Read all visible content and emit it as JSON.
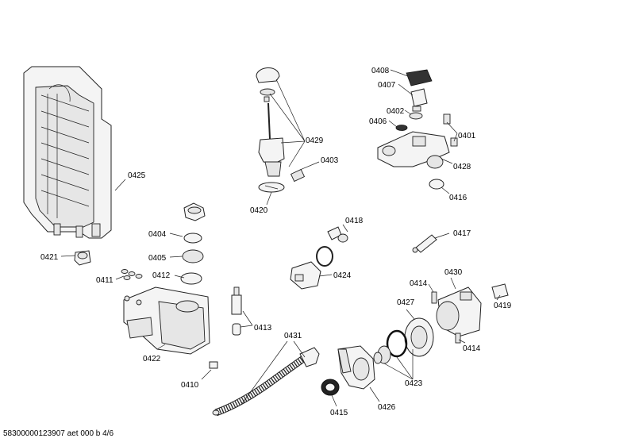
{
  "labels": {
    "p0408": "0408",
    "p0407": "0407",
    "p0402": "0402",
    "p0406": "0406",
    "p0401": "0401",
    "p0428": "0428",
    "p0416": "0416",
    "p0429": "0429",
    "p0403": "0403",
    "p0420": "0420",
    "p0425": "0425",
    "p0421": "0421",
    "p0404": "0404",
    "p0405": "0405",
    "p0411": "0411",
    "p0412": "0412",
    "p0418": "0418",
    "p0417": "0417",
    "p0424": "0424",
    "p0414a": "0414",
    "p0430": "0430",
    "p0427": "0427",
    "p0419": "0419",
    "p0414b": "0414",
    "p0413": "0413",
    "p0431": "0431",
    "p0422": "0422",
    "p0410": "0410",
    "p0415": "0415",
    "p0426": "0426",
    "p0423": "0423"
  },
  "footer": "58300000123907 aet 000 b 4/6"
}
